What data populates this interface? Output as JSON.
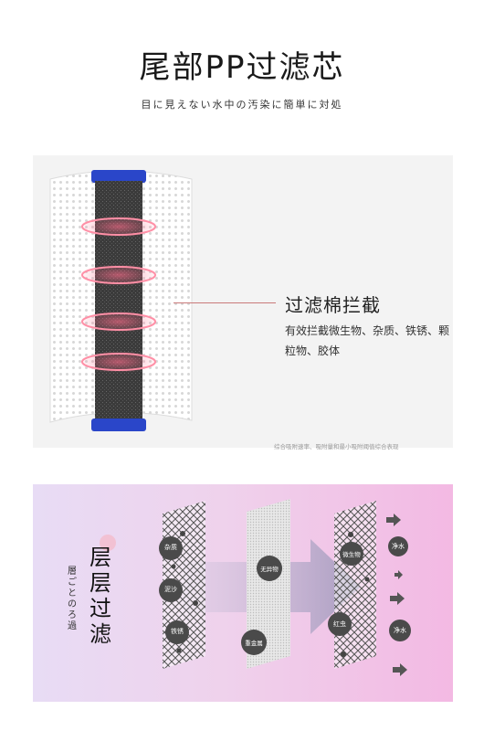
{
  "header": {
    "title": "尾部PP过滤芯",
    "subtitle": "目に見えない水中の汚染に簡単に対処"
  },
  "product": {
    "callout_title": "过滤棉拦截",
    "callout_desc": "有效拦截微生物、杂质、铁锈、颗粒物、胶体",
    "footnote": "综合吸附速率、吸附量和最小吸附阈值综合表现"
  },
  "layers": {
    "title": "层层过滤",
    "side_text": "層ごとのろ過",
    "bubbles": {
      "left": [
        "杂质",
        "泥沙",
        "铁锈"
      ],
      "middle": [
        "无异物",
        "重金属"
      ],
      "right": [
        "微生物",
        "红虫",
        "净水"
      ],
      "outlet": "净水"
    }
  },
  "colors": {
    "cap_blue": "#2a46c9",
    "glow_pink": "#ff6b8a",
    "gradient_left": "#e8dcf5",
    "gradient_right": "#f3b9e3"
  }
}
